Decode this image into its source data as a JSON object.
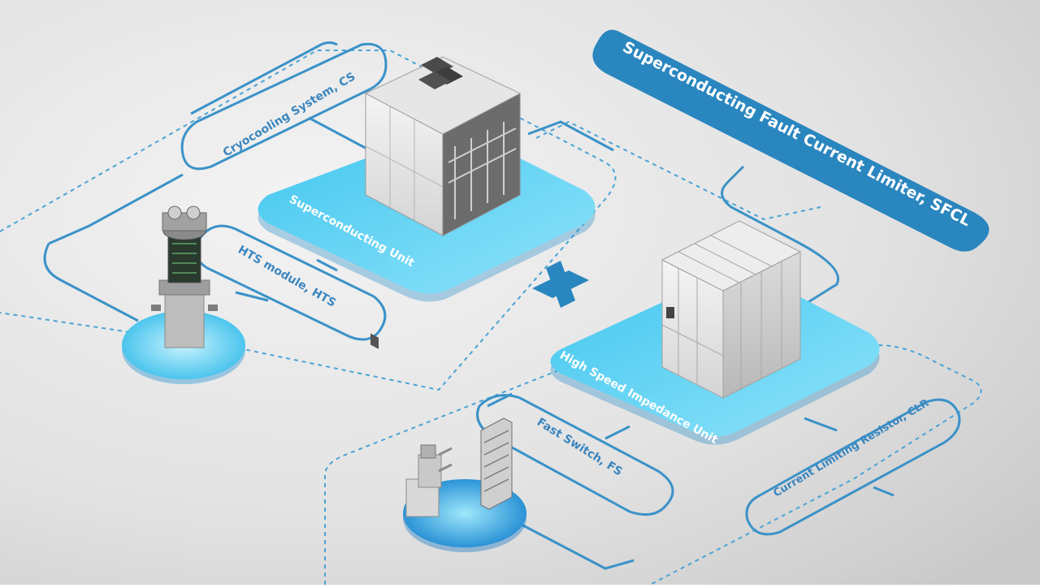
{
  "title": "Superconducting Fault Current Limiter, SFCL",
  "units": {
    "superconducting": "Superconducting Unit",
    "high_speed": "High Speed Impedance Unit"
  },
  "components": {
    "cryocooling": "Cryocooling System, CS",
    "hts": "HTS module, HTS",
    "fast_switch": "Fast Switch, FS",
    "clr": "Current Limiting Resistor, CLR"
  },
  "colors": {
    "accent": "#2fb2e6",
    "accent_light": "#6fd4f5",
    "line": "#3e93c9",
    "title_bg": "#2a86bf",
    "label_text": "#3b86bf"
  }
}
